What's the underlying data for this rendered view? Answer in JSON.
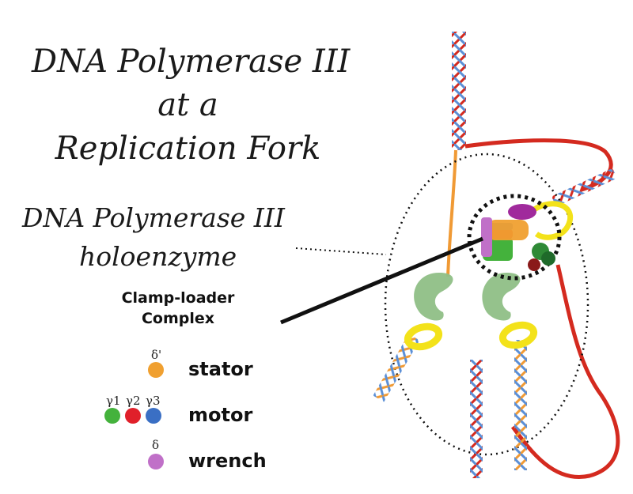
{
  "title": {
    "line1": "DNA Polymerase III",
    "line2": "at a",
    "line3": "Replication Fork"
  },
  "holoenzyme_label": {
    "line1": "DNA Polymerase III",
    "line2": "holoenzyme"
  },
  "clamp_loader_label": {
    "line1": "Clamp-loader",
    "line2": "Complex"
  },
  "legend": [
    {
      "symbols": [
        "δ'"
      ],
      "colors": [
        "#f0a030"
      ],
      "label": "stator"
    },
    {
      "symbols": [
        "γ1",
        "γ2",
        "γ3"
      ],
      "colors": [
        "#44b23c",
        "#e0202a",
        "#3a6fc4"
      ],
      "label": "motor"
    },
    {
      "symbols": [
        "δ"
      ],
      "colors": [
        "#c070c8"
      ],
      "label": "wrench"
    }
  ],
  "colors": {
    "dna_red": "#d42a1f",
    "dna_blue": "#5b8fd6",
    "dna_orange": "#f09a35",
    "clamp_yellow": "#f3e21a",
    "polymerase_green": "#8fbf86"
  }
}
